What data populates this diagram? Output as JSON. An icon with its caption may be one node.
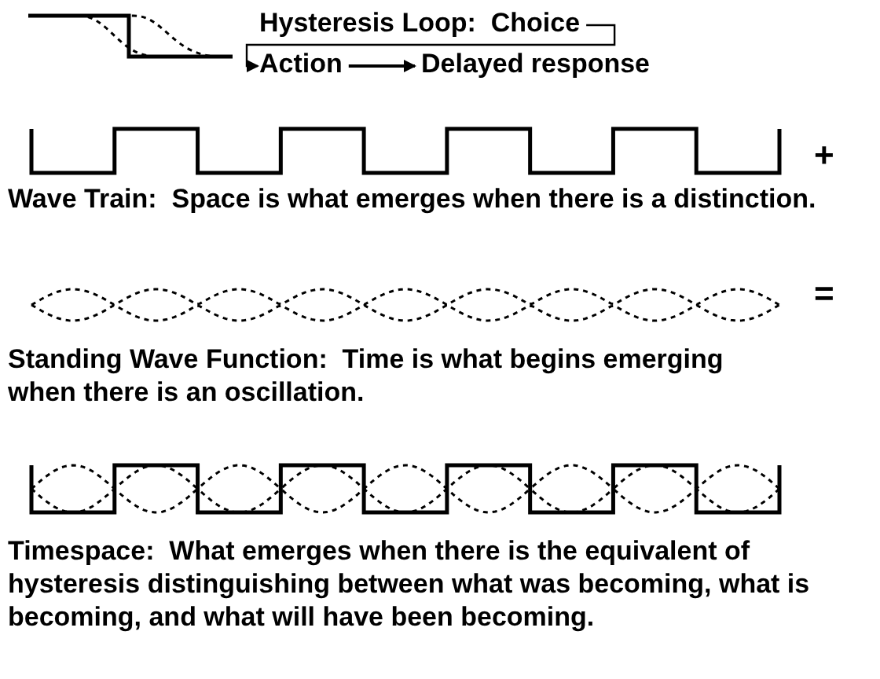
{
  "diagram": {
    "nodes": [
      {
        "text": [
          "Hysteresis Loop:  Choice"
        ]
      },
      {
        "text": [
          "Action"
        ]
      },
      {
        "text": [
          "Delayed response"
        ]
      }
    ],
    "edges": [
      {
        "from": 0,
        "to": 1,
        "arrow": "to"
      },
      {
        "from": 1,
        "to": 2,
        "arrow": "to"
      }
    ],
    "labels": [
      "+",
      "Wave Train:  Space is what emerges when there is a distinction.",
      "=",
      "Standing Wave Function:  Time is what begins emerging when there is an oscillation.",
      "Timespace:  What emerges when there is the equivalent of hysteresis distinguishing between what was becoming, what is becoming, and what will have been becoming."
    ]
  }
}
